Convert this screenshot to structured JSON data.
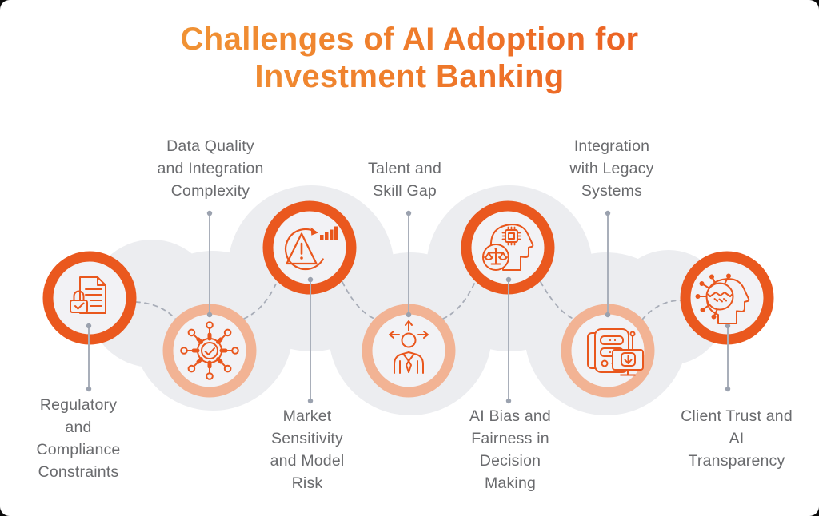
{
  "title": {
    "line1": "Challenges of AI Adoption for",
    "line2": "Investment Banking"
  },
  "nodes": [
    {
      "id": 1,
      "label": "Regulatory\nand\nCompliance\nConstraints",
      "icon": "document-lock-icon",
      "ring_style": "solid-orange",
      "label_position": "below"
    },
    {
      "id": 2,
      "label": "Data Quality\nand Integration\nComplexity",
      "icon": "network-gear-icon",
      "ring_style": "light-peach",
      "label_position": "above"
    },
    {
      "id": 3,
      "label": "Market\nSensitivity\nand Model\nRisk",
      "icon": "risk-warning-chart-icon",
      "ring_style": "solid-orange",
      "label_position": "below"
    },
    {
      "id": 4,
      "label": "Talent and\nSkill Gap",
      "icon": "person-direction-icon",
      "ring_style": "light-peach",
      "label_position": "above"
    },
    {
      "id": 5,
      "label": "AI Bias and\nFairness in\nDecision\nMaking",
      "icon": "head-chip-scales-icon",
      "ring_style": "solid-orange",
      "label_position": "below"
    },
    {
      "id": 6,
      "label": "Integration\nwith Legacy\nSystems",
      "icon": "legacy-server-monitor-icon",
      "ring_style": "light-peach",
      "label_position": "above"
    },
    {
      "id": 7,
      "label": "Client Trust and\nAI\nTransparency",
      "icon": "head-handshake-network-icon",
      "ring_style": "solid-orange",
      "label_position": "below"
    }
  ],
  "colors": {
    "accent_dark_orange": "#EA581E",
    "accent_light_peach": "#F2B394",
    "icon_stroke": "#E9571D",
    "circle_inner_fill": "#F2F2F5",
    "background_blob": "#ECEDF0",
    "connector_gray": "#A8ADB8",
    "label_gray": "#6A6B6E",
    "title_gradient_start": "#F1A43C",
    "title_gradient_end": "#E94D1D"
  }
}
